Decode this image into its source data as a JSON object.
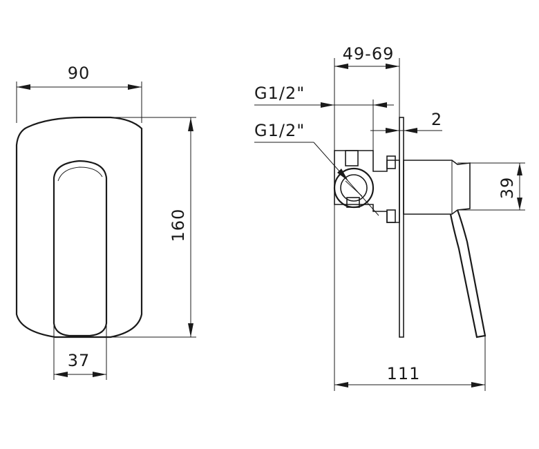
{
  "front_view": {
    "width_dim": "90",
    "height_dim": "160",
    "handle_width_dim": "37"
  },
  "side_view": {
    "depth_dim": "49-69",
    "thread_top": "G1/2\"",
    "thread_bottom": "G1/2\"",
    "plate_dim": "2",
    "body_dim": "39",
    "total_depth_dim": "111"
  }
}
